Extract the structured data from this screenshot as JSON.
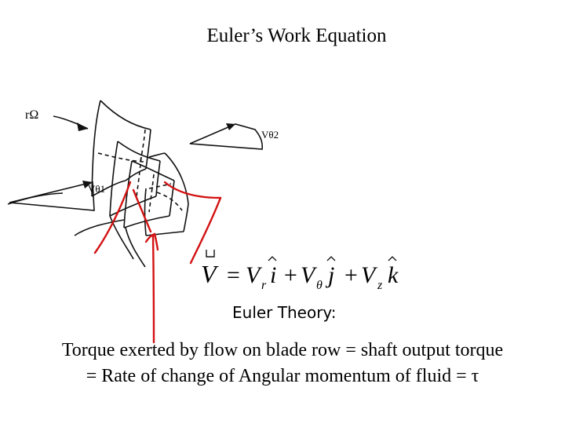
{
  "title": "Euler’s Work Equation",
  "diagram": {
    "label_r_omega": "rΩ",
    "label_v_theta2": "Vθ2",
    "label_v_theta1": "Vθ1",
    "equation": {
      "lhs": "V",
      "eq": "=",
      "t1": "V",
      "t1_sub": "r",
      "t1_unit": "i",
      "plus1": "+",
      "t2": "V",
      "t2_sub": "θ",
      "t2_unit": "j",
      "plus2": "+",
      "t3": "V",
      "t3_sub": "z",
      "t3_unit": "k"
    }
  },
  "subheading": "Euler Theory:",
  "body": {
    "line1": "Torque exerted by flow on blade row = shaft output torque",
    "line2": "= Rate of change  of Angular momentum of fluid = τ"
  }
}
